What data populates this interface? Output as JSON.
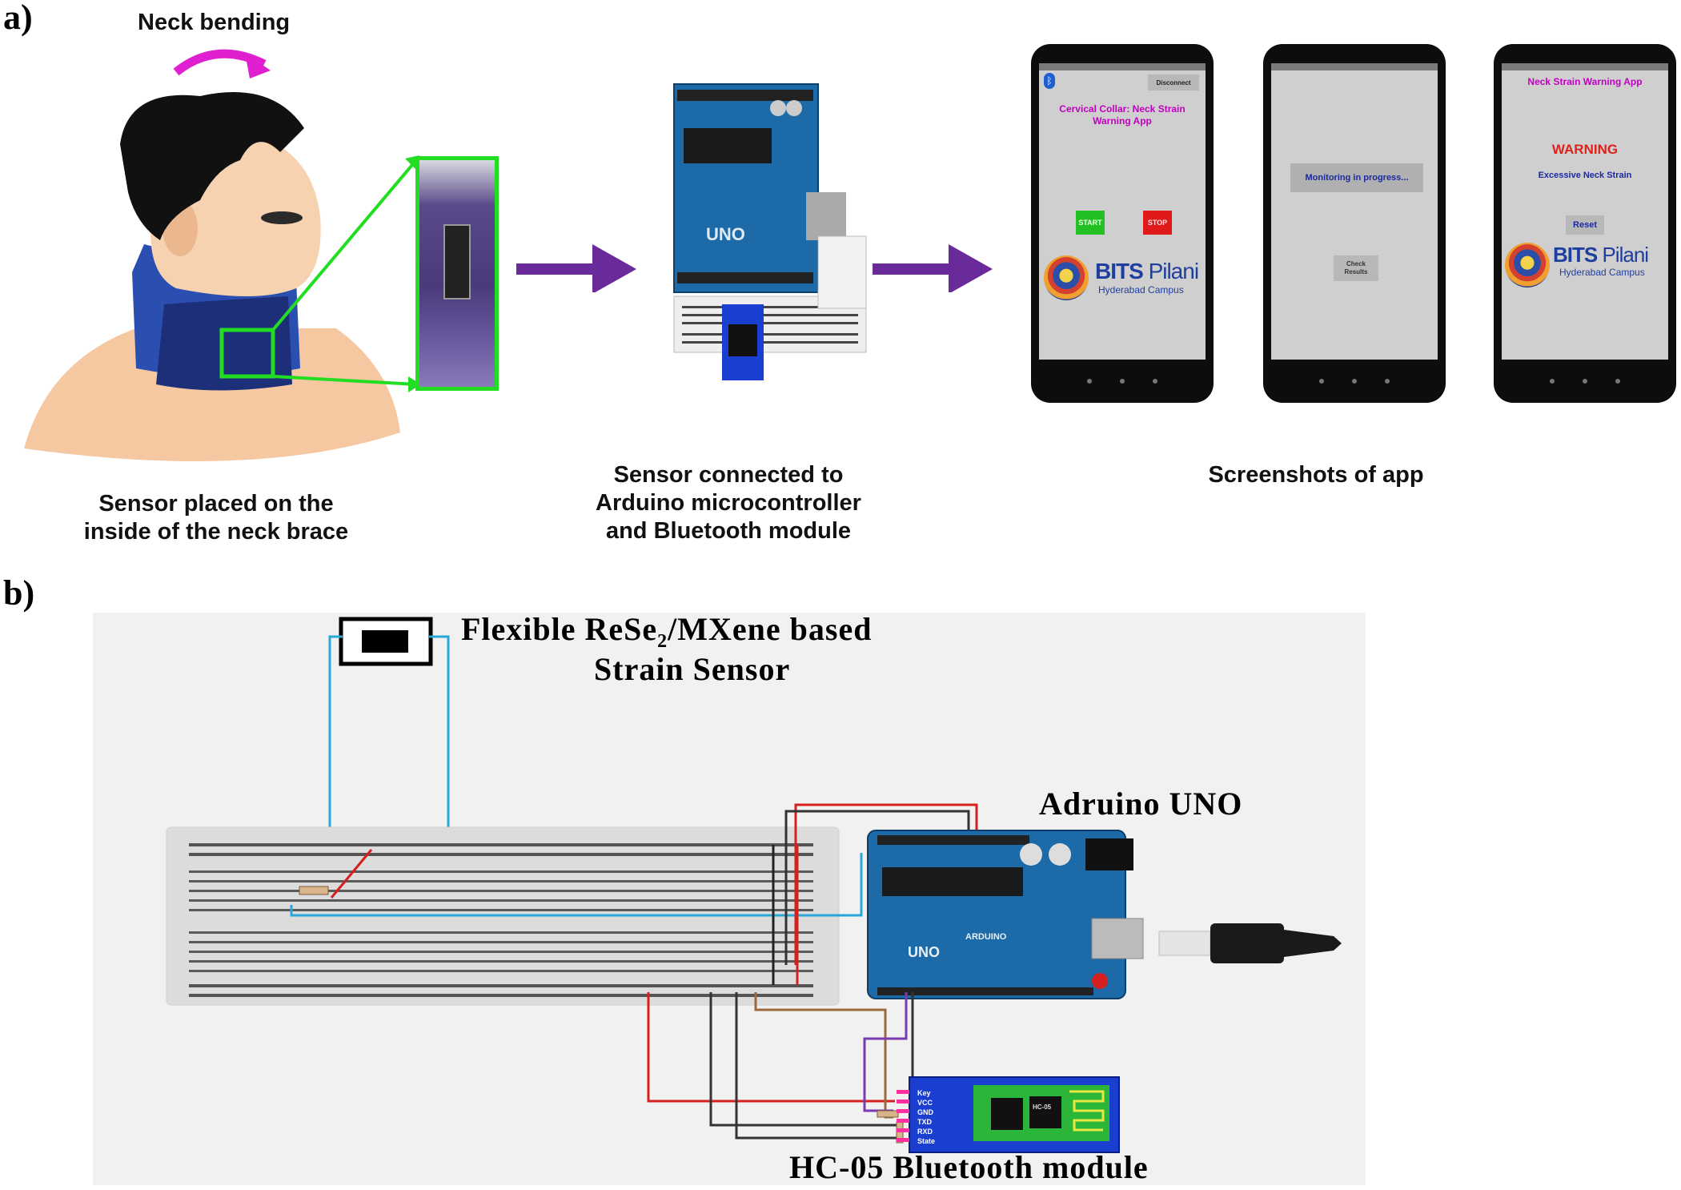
{
  "panel_a": {
    "label": "a)",
    "neck_bending": "Neck bending",
    "caption_sensor": [
      "Sensor placed on the",
      "inside of the neck brace"
    ],
    "caption_arduino": [
      "Sensor connected to",
      "Arduino microcontroller",
      "and Bluetooth module"
    ],
    "caption_app": "Screenshots of app",
    "arduino_board_text": "UNO",
    "phone1": {
      "disconnect": "Disconnect",
      "title": [
        "Cervical Collar: Neck Strain",
        "Warning App"
      ],
      "start": "START",
      "stop": "STOP",
      "logo_main": "BITS",
      "logo_second": "Pilani",
      "logo_sub": "Hyderabad Campus"
    },
    "phone2": {
      "monitoring": "Monitoring in progress...",
      "check": [
        "Check",
        "Results"
      ]
    },
    "phone3": {
      "title": "Neck Strain Warning App",
      "warning": "WARNING",
      "excessive": "Excessive Neck Strain",
      "reset": "Reset",
      "logo_main": "BITS",
      "logo_second": "Pilani",
      "logo_sub": "Hyderabad Campus"
    }
  },
  "panel_b": {
    "label": "b)",
    "sensor_label_part1": "Flexible ReSe",
    "sensor_label_sub": "2",
    "sensor_label_part2": "/MXene based",
    "sensor_label_line2": "Strain Sensor",
    "arduino_label": "Adruino UNO",
    "bluetooth_label": "HC-05 Bluetooth module",
    "uno_board_text": "UNO",
    "arduino_board_text": "ARDUINO",
    "hc05_chip_text": "HC-05",
    "hc05_pins": [
      "Key",
      "VCC",
      "GND",
      "TXD",
      "RXD",
      "State"
    ]
  },
  "colors": {
    "arrow": "#6a2a9a",
    "neck_bend_arrow": "#e020d0",
    "highlight_green": "#22dd22",
    "wire_blue": "#2aa7d8",
    "wire_red": "#d62020",
    "wire_black": "#333333",
    "wire_brown": "#9a6a3a",
    "wire_purple": "#7a3ab0",
    "arduino_blue": "#1c6aa8",
    "hc05_blue": "#1a3fd0"
  }
}
